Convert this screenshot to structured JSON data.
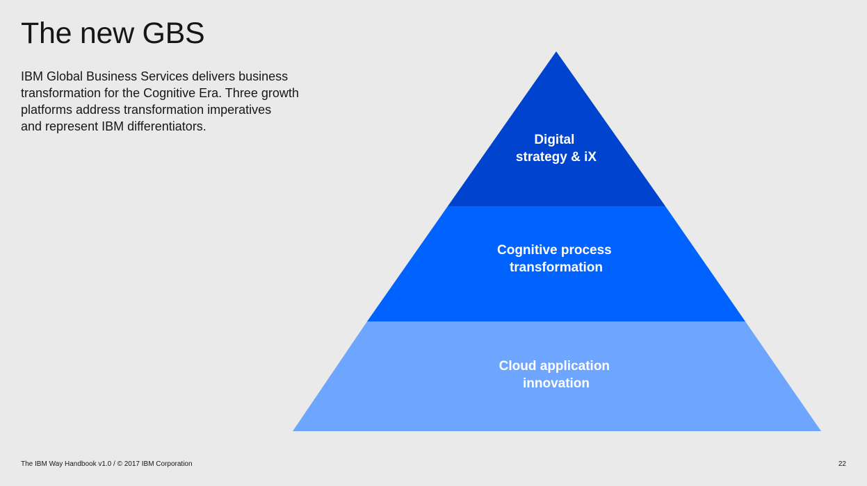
{
  "slide": {
    "title": "The new GBS",
    "intro_lines": [
      "IBM Global Business Services delivers business",
      "transformation for the Cognitive Era. Three growth",
      "platforms address transformation imperatives",
      "and represent IBM differentiators."
    ]
  },
  "pyramid": {
    "tiers": [
      {
        "lines": [
          "Digital",
          "strategy & iX"
        ],
        "color": "#0043ce"
      },
      {
        "lines": [
          "Cognitive process",
          "transformation"
        ],
        "color": "#0062ff"
      },
      {
        "lines": [
          "Cloud application",
          "innovation"
        ],
        "color": "#6ea6ff"
      }
    ]
  },
  "footer": {
    "text": "The IBM Way Handbook v1.0 / © 2017 IBM Corporation",
    "page_number": "22"
  }
}
